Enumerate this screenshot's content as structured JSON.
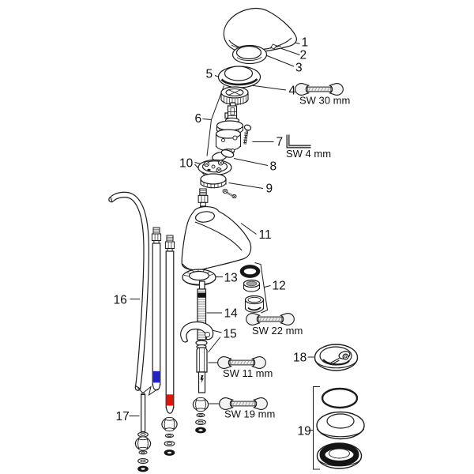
{
  "diagram": {
    "part_numbers": [
      "1",
      "2",
      "3",
      "4",
      "5",
      "6",
      "7",
      "8",
      "9",
      "10",
      "11",
      "12",
      "13",
      "14",
      "15",
      "16",
      "17",
      "18",
      "19"
    ],
    "tool_labels": [
      "SW 30 mm",
      "SW 4 mm",
      "SW 22 mm",
      "SW 11 mm",
      "SW 19 mm"
    ],
    "colors": {
      "cold_marker": "#2323cc",
      "hot_marker": "#e0150a"
    }
  }
}
